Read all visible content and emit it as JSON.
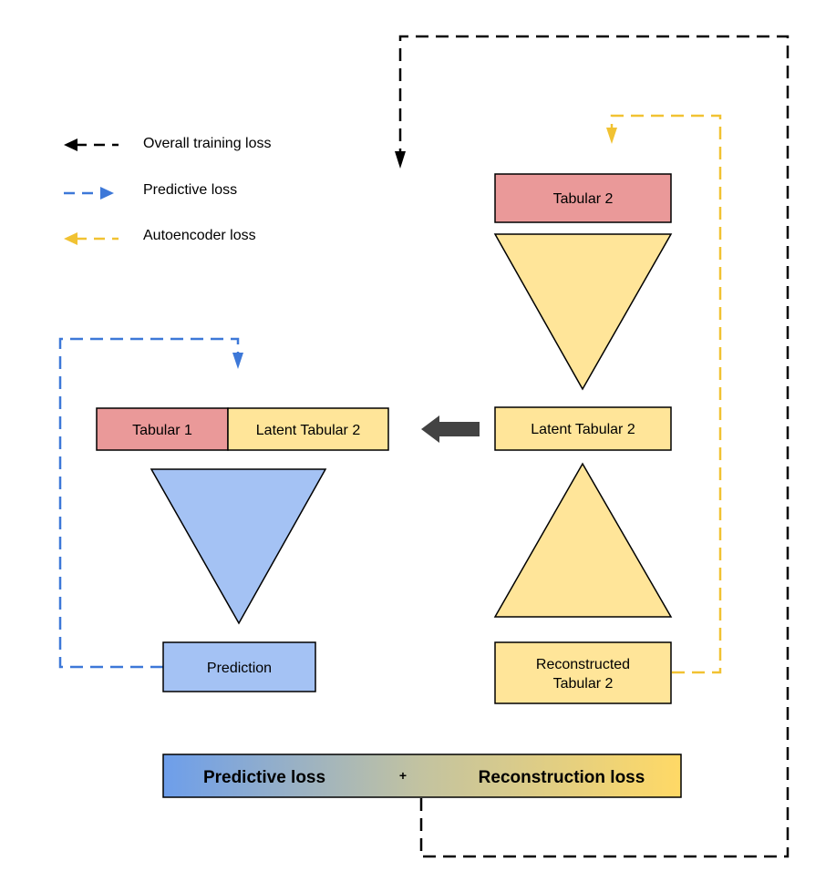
{
  "legend": {
    "items": [
      {
        "label": "Overall training loss",
        "color": "#000000"
      },
      {
        "label": "Predictive loss",
        "color": "#3d78d8"
      },
      {
        "label": "Autoencoder loss",
        "color": "#f1c232"
      }
    ]
  },
  "encoder": {
    "input_label": "Tabular 2",
    "latent_label": "Latent Tabular 2",
    "reconstructed_label_line1": "Reconstructed",
    "reconstructed_label_line2": "Tabular 2"
  },
  "predictor": {
    "input_left_label": "Tabular 1",
    "input_right_label": "Latent Tabular 2",
    "output_label": "Prediction"
  },
  "loss_bar": {
    "left_label": "Predictive loss",
    "plus": "+",
    "right_label": "Reconstruction loss"
  },
  "colors": {
    "red_box": "#ea9999",
    "yellow": "#ffe599",
    "blue_box": "#a4c2f4",
    "blue_line": "#3d78d8",
    "yellow_line": "#f1c232",
    "dark_arrow": "#434343"
  }
}
